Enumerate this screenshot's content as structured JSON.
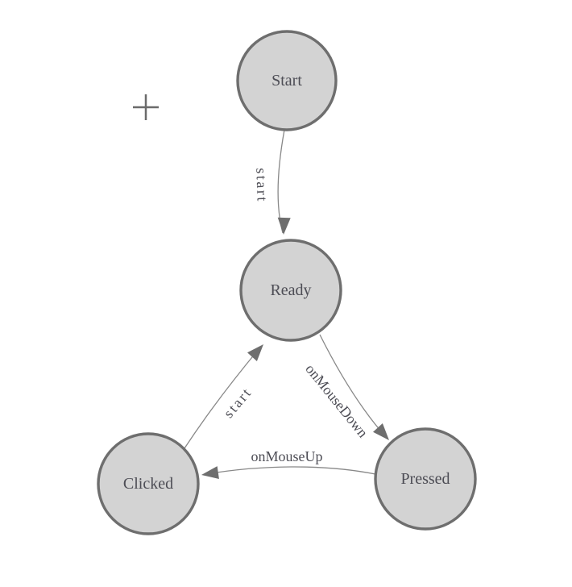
{
  "diagram": {
    "type": "state-machine",
    "nodes": [
      {
        "id": "start",
        "label": "Start"
      },
      {
        "id": "ready",
        "label": "Ready"
      },
      {
        "id": "clicked",
        "label": "Clicked"
      },
      {
        "id": "pressed",
        "label": "Pressed"
      }
    ],
    "edges": [
      {
        "from": "start",
        "to": "ready",
        "label": "start"
      },
      {
        "from": "clicked",
        "to": "ready",
        "label": "start"
      },
      {
        "from": "ready",
        "to": "pressed",
        "label": "onMouseDown"
      },
      {
        "from": "pressed",
        "to": "clicked",
        "label": "onMouseUp"
      }
    ]
  },
  "cursor": {
    "shape": "plus-crosshair"
  },
  "colors": {
    "background": "#ffffff",
    "node_fill": "#d3d3d3",
    "node_border": "#6e6e6e",
    "edge_line": "#888888",
    "arrowhead": "#6e6e6e",
    "label_text": "#4d4d55",
    "crosshair": "#6b6b6b"
  }
}
